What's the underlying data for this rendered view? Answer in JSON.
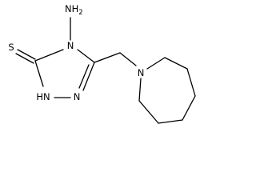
{
  "molecule": {
    "atoms": {
      "amino": "NH2",
      "thione_s": "S",
      "ring_n4": "N",
      "ring_nh": "HN",
      "ring_n2": "N",
      "azepane_n": "N"
    }
  },
  "colors": {
    "bond": "#000000",
    "label": "#000000",
    "background": "#ffffff"
  }
}
